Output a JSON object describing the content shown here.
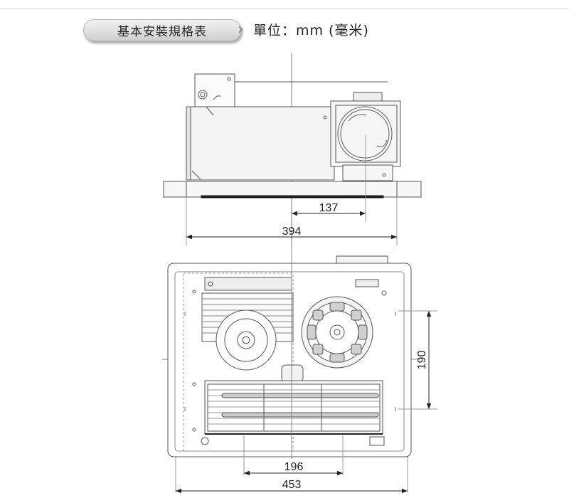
{
  "header": {
    "spec_label": "基本安裝規格表",
    "unit_label": "單位：mm (毫米)"
  },
  "dimensions": {
    "side_view_offset": "137",
    "side_view_width": "394",
    "top_view_height": "190",
    "top_view_inner_width": "196",
    "top_view_width": "453"
  }
}
